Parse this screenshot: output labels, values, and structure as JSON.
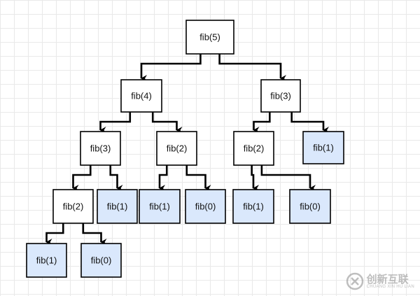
{
  "colors": {
    "internal_fill": "#ffffff",
    "leaf_fill": "#dae8fc",
    "leaf_stroke": "#6c8ebf",
    "stroke": "#000000"
  },
  "nodes": [
    {
      "id": "n1",
      "label": "fib(5)",
      "leaf": false
    },
    {
      "id": "n2",
      "label": "fib(4)",
      "leaf": false
    },
    {
      "id": "n3",
      "label": "fib(3)",
      "leaf": false
    },
    {
      "id": "n4",
      "label": "fib(3)",
      "leaf": false
    },
    {
      "id": "n5",
      "label": "fib(2)",
      "leaf": false
    },
    {
      "id": "n6",
      "label": "fib(2)",
      "leaf": false
    },
    {
      "id": "n7",
      "label": "fib(1)",
      "leaf": true
    },
    {
      "id": "n8",
      "label": "fib(2)",
      "leaf": false
    },
    {
      "id": "n9",
      "label": "fib(1)",
      "leaf": true
    },
    {
      "id": "n10",
      "label": "fib(1)",
      "leaf": true
    },
    {
      "id": "n11",
      "label": "fib(0)",
      "leaf": true
    },
    {
      "id": "n12",
      "label": "fib(1)",
      "leaf": true
    },
    {
      "id": "n13",
      "label": "fib(0)",
      "leaf": true
    },
    {
      "id": "n14",
      "label": "fib(1)",
      "leaf": true
    },
    {
      "id": "n15",
      "label": "fib(0)",
      "leaf": true
    }
  ],
  "edges": [
    [
      "n1",
      "n2"
    ],
    [
      "n1",
      "n3"
    ],
    [
      "n2",
      "n4"
    ],
    [
      "n2",
      "n5"
    ],
    [
      "n3",
      "n6"
    ],
    [
      "n3",
      "n7"
    ],
    [
      "n4",
      "n8"
    ],
    [
      "n4",
      "n9"
    ],
    [
      "n5",
      "n10"
    ],
    [
      "n5",
      "n11"
    ],
    [
      "n6",
      "n12"
    ],
    [
      "n6",
      "n13"
    ],
    [
      "n8",
      "n14"
    ],
    [
      "n8",
      "n15"
    ]
  ],
  "watermark": {
    "icon": "circle-x-logo-icon",
    "text": "创新互联",
    "subtext": "CHUANG XIN HU LIAN"
  }
}
